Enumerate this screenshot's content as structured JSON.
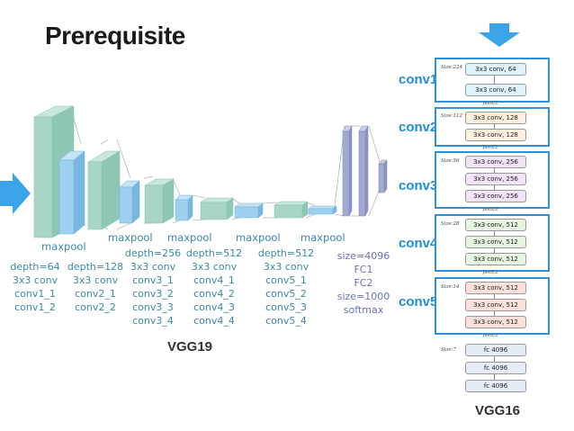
{
  "title": "Prerequisite",
  "vgg19": {
    "caption": "VGG19",
    "labels": {
      "maxpool1": "maxpool",
      "maxpool2": "maxpool",
      "maxpool3": "maxpool",
      "maxpool4": "maxpool",
      "maxpool5": "maxpool",
      "block1": [
        "depth=64",
        "3x3 conv",
        "conv1_1",
        "conv1_2"
      ],
      "block2": [
        "depth=128",
        "3x3 conv",
        "conv2_1",
        "conv2_2"
      ],
      "block3": [
        "depth=256",
        "3x3 conv",
        "conv3_1",
        "conv3_2",
        "conv3_3",
        "conv3_4"
      ],
      "block4": [
        "depth=512",
        "3x3 conv",
        "conv4_1",
        "conv4_2",
        "conv4_3",
        "conv4_4"
      ],
      "block5": [
        "depth=512",
        "3x3 conv",
        "conv5_1",
        "conv5_2",
        "conv5_3",
        "conv5_4"
      ],
      "fc": [
        "size=4096",
        "FC1",
        "FC2",
        "size=1000",
        "softmax"
      ]
    }
  },
  "vgg16": {
    "caption": "VGG16",
    "conv_labels": [
      "conv1",
      "conv2",
      "conv3",
      "conv4",
      "conv5"
    ],
    "groups": [
      {
        "size": "Size:224",
        "layers": [
          "3x3 conv, 64",
          "3x3 conv, 64"
        ],
        "color": "#dff3fa"
      },
      {
        "size": "Size:112",
        "layers": [
          "3x3 conv, 128",
          "3x3 conv, 128"
        ],
        "color": "#fdf0de"
      },
      {
        "size": "Size:56",
        "layers": [
          "3x3 conv, 256",
          "3x3 conv, 256",
          "3x3 conv, 256"
        ],
        "color": "#f0e4f6"
      },
      {
        "size": "Size:28",
        "layers": [
          "3x3 conv, 512",
          "3x3 conv, 512",
          "3x3 conv, 512"
        ],
        "color": "#e6f4e1"
      },
      {
        "size": "Size:14",
        "layers": [
          "3x3 conv, 512",
          "3x3 conv, 512",
          "3x3 conv, 512"
        ],
        "color": "#fbe0dc"
      }
    ],
    "pool_label": "pool/2",
    "fc_size": "Size:7",
    "fc_layers": [
      "fc 4096",
      "fc 4096",
      "fc 4096"
    ],
    "fc_color": "#e6ebf8"
  },
  "colors": {
    "input_arrow": "#3aa4e8",
    "conv_label": "#1e8fd4",
    "group_border": "#2b93e0",
    "vgg19_green": "#a7d6c8",
    "vgg19_blue": "#9fd0ef",
    "vgg19_fc": "#a3a9cf"
  }
}
